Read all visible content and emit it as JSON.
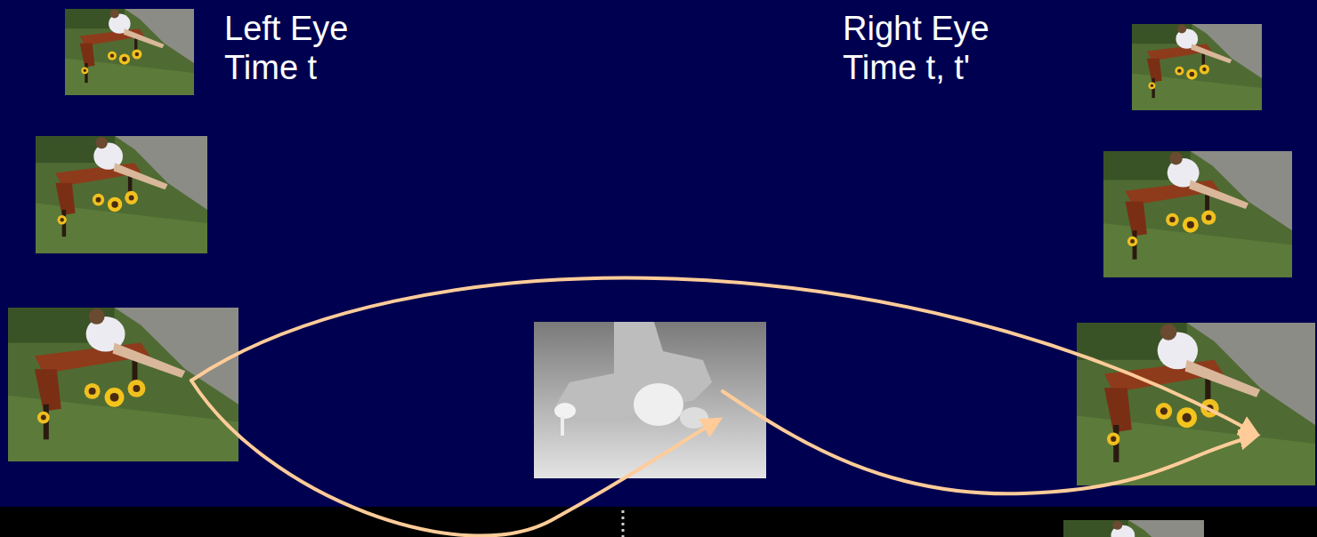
{
  "diagram": {
    "labels": [
      "Left Eye",
      "Time t",
      "Right Eye",
      "Time t, t'"
    ]
  }
}
